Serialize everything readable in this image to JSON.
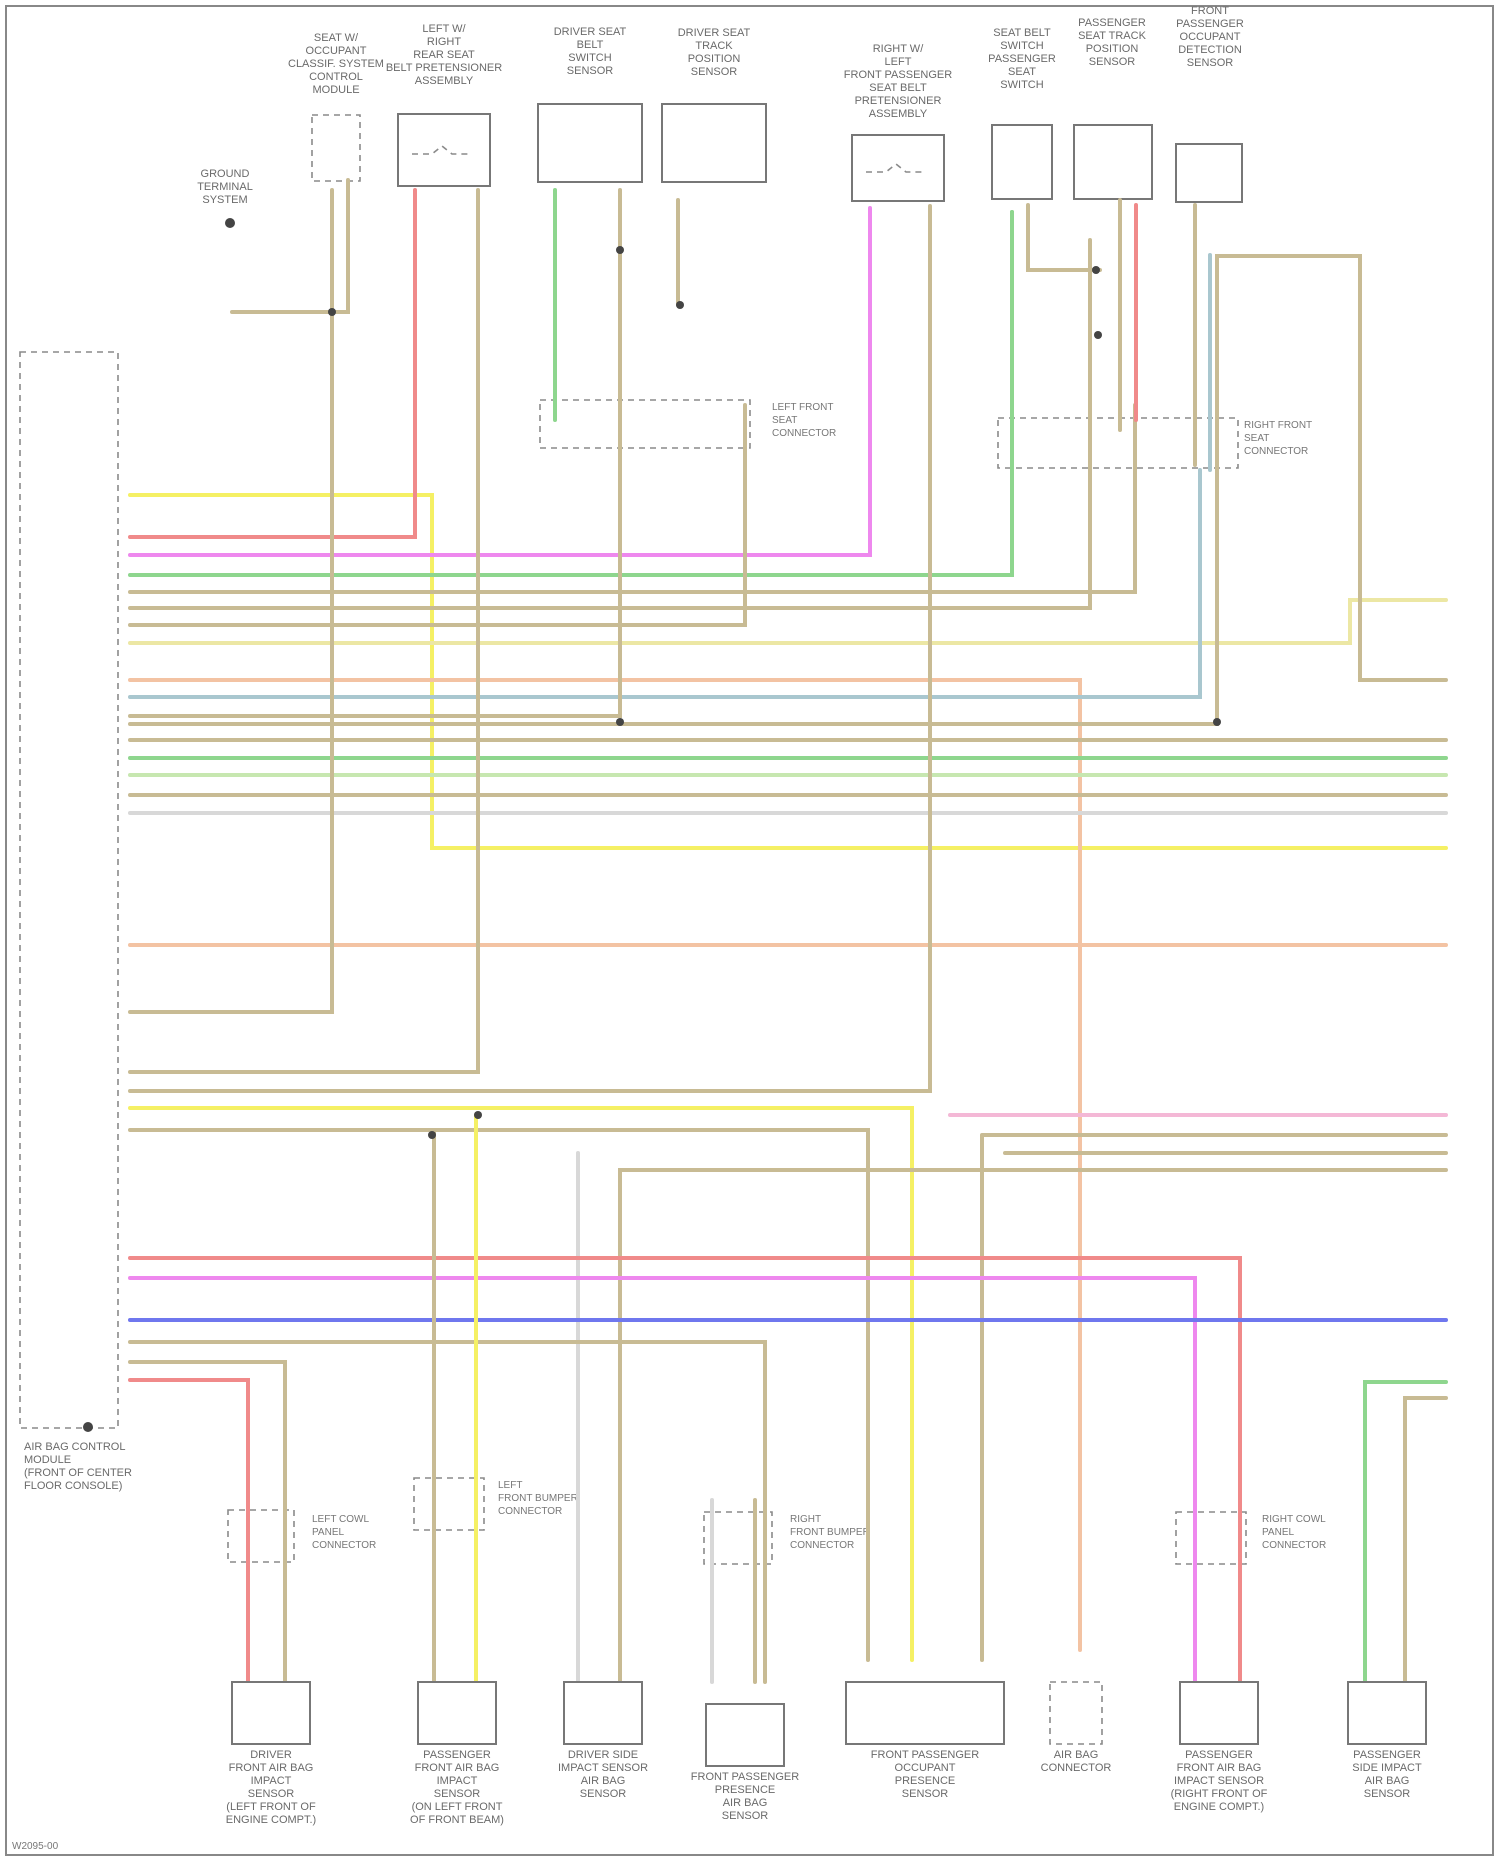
{
  "diagram": {
    "colors": {
      "red": "#f08a8a",
      "pink": "#ee88ee",
      "green": "#8ed68e",
      "tan": "#c8bb94",
      "yellow": "#f5f064",
      "blue": "#6f77ee",
      "peach": "#f3c3a3",
      "lightgreen": "#c7e7b0",
      "lightblue": "#a9c7cf",
      "cream": "#ece7a4",
      "lightpink": "#f4b8d6",
      "white": "#d8d8d8"
    },
    "top_components": [
      {
        "id": "ground",
        "label": "GROUND\nTERMINAL\nSYSTEM"
      },
      {
        "id": "occ",
        "label": "SEAT W/\nOCCUPANT\nCLASSIF. SYSTEM\nCONTROL\nMODULE"
      },
      {
        "id": "lhelp",
        "label": "LEFT W/\nRIGHT\nREAR SEAT\nBELT PRETENSIONER\nASSEMBLY"
      },
      {
        "id": "dsbs",
        "label": "DRIVER SEAT\nBELT\nSWITCH\nSENSOR"
      },
      {
        "id": "drvpos",
        "label": "DRIVER SEAT\nTRACK\nPOSITION\nSENSOR"
      },
      {
        "id": "rhelp",
        "label": "RIGHT W/\nLEFT\nFRONT PASSENGER\nSEAT BELT\nPRETENSIONER\nASSEMBLY"
      },
      {
        "id": "psbs",
        "label": "SEAT BELT\nSWITCH\nPASSENGER\nSEAT\nSWITCH"
      },
      {
        "id": "passpos",
        "label": "PASSENGER\nSEAT TRACK\nPOSITION\nSENSOR"
      },
      {
        "id": "occdet",
        "label": "FRONT\nPASSENGER\nOCCUPANT\nDETECTION\nSENSOR"
      }
    ],
    "bottom_components": [
      {
        "id": "dfi",
        "label": "DRIVER\nFRONT AIR BAG\nIMPACT\nSENSOR\n(LEFT FRONT OF\nENGINE COMPT.)"
      },
      {
        "id": "cfis",
        "label": "PASSENGER\nFRONT AIR BAG\nIMPACT\nSENSOR\n(ON LEFT FRONT\nOF FRONT BEAM)"
      },
      {
        "id": "dsis",
        "label": "DRIVER SIDE\nIMPACT SENSOR\nAIR BAG\nSENSOR"
      },
      {
        "id": "fpps",
        "label": "FRONT PASSENGER\nPRESENCE\nAIR BAG\nSENSOR"
      },
      {
        "id": "fpp",
        "label": "FRONT PASSENGER\nOCCUPANT\nPRESENCE\nSENSOR"
      },
      {
        "id": "conn",
        "label": "AIR BAG\nCONNECTOR"
      },
      {
        "id": "rfi",
        "label": "PASSENGER\nFRONT AIR BAG\nIMPACT SENSOR\n(RIGHT FRONT OF\nENGINE COMPT.)"
      },
      {
        "id": "psis",
        "label": "PASSENGER\nSIDE IMPACT\nAIR BAG\nSENSOR"
      }
    ],
    "module_label": "AIR BAG CONTROL\nMODULE\n(FRONT OF CENTER\nFLOOR CONSOLE)",
    "connector_labels": {
      "left_front": "LEFT FRONT\nSEAT\nCONNECTOR",
      "right_front": "RIGHT FRONT\nSEAT\nCONNECTOR",
      "left_bumper": "LEFT\nFRONT BUMPER\nCONNECTOR",
      "right_bumper": "RIGHT\nFRONT BUMPER\nCONNECTOR",
      "left_cowl": "LEFT COWL\nPANEL\nCONNECTOR",
      "right_cowl": "RIGHT COWL\nPANEL\nCONNECTOR"
    },
    "footer_id": "W2095-00"
  }
}
